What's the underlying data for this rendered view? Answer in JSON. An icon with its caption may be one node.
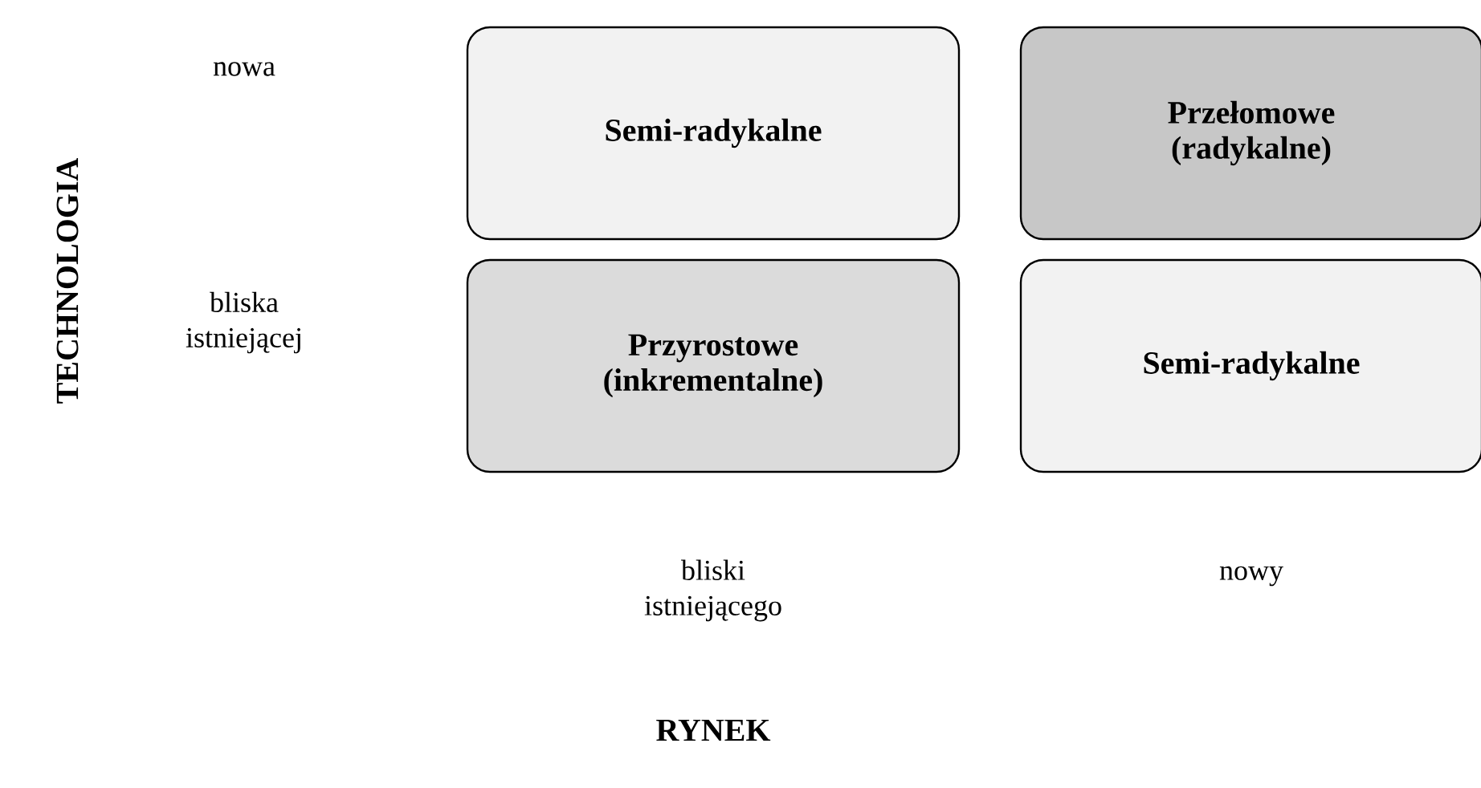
{
  "diagram": {
    "nodes": [
      {
        "text": [
          "Semi-radykalne"
        ]
      },
      {
        "text": [
          "Przełomowe (radykalne)"
        ]
      },
      {
        "text": [
          "Przyrostowe (inkrementalne)"
        ]
      },
      {
        "text": [
          "Semi-radykalne"
        ]
      }
    ],
    "labels": [
      "TECHNOLOGIA",
      "nowa",
      "bliska istniejącej",
      "bliski istniejącego",
      "nowy",
      "RYNEK"
    ]
  }
}
